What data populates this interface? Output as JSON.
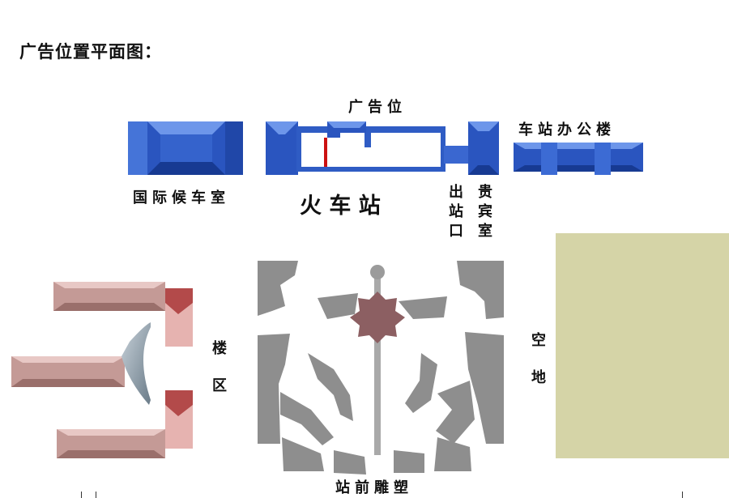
{
  "page_title": "广告位置平面图：",
  "labels": {
    "ad_slot": "广告位",
    "station_office": "车站办公楼",
    "intl_waiting": "国际候车室",
    "station": "火 车 站",
    "exit": "出站口",
    "vip_room": "贵宾室",
    "buildings": "楼区",
    "open_space": "空地",
    "sculpture": "站前雕塑"
  },
  "colors": {
    "blue_dark": "#1c3f9e",
    "blue_mid": "#3a67d0",
    "blue_light": "#5d8ce8",
    "red_marker": "#cc1111",
    "pink_dark": "#b58a86",
    "pink_light": "#e6b3b0",
    "gray_plaza": "#8e8e8e",
    "open_space": "#d5d4a7"
  }
}
